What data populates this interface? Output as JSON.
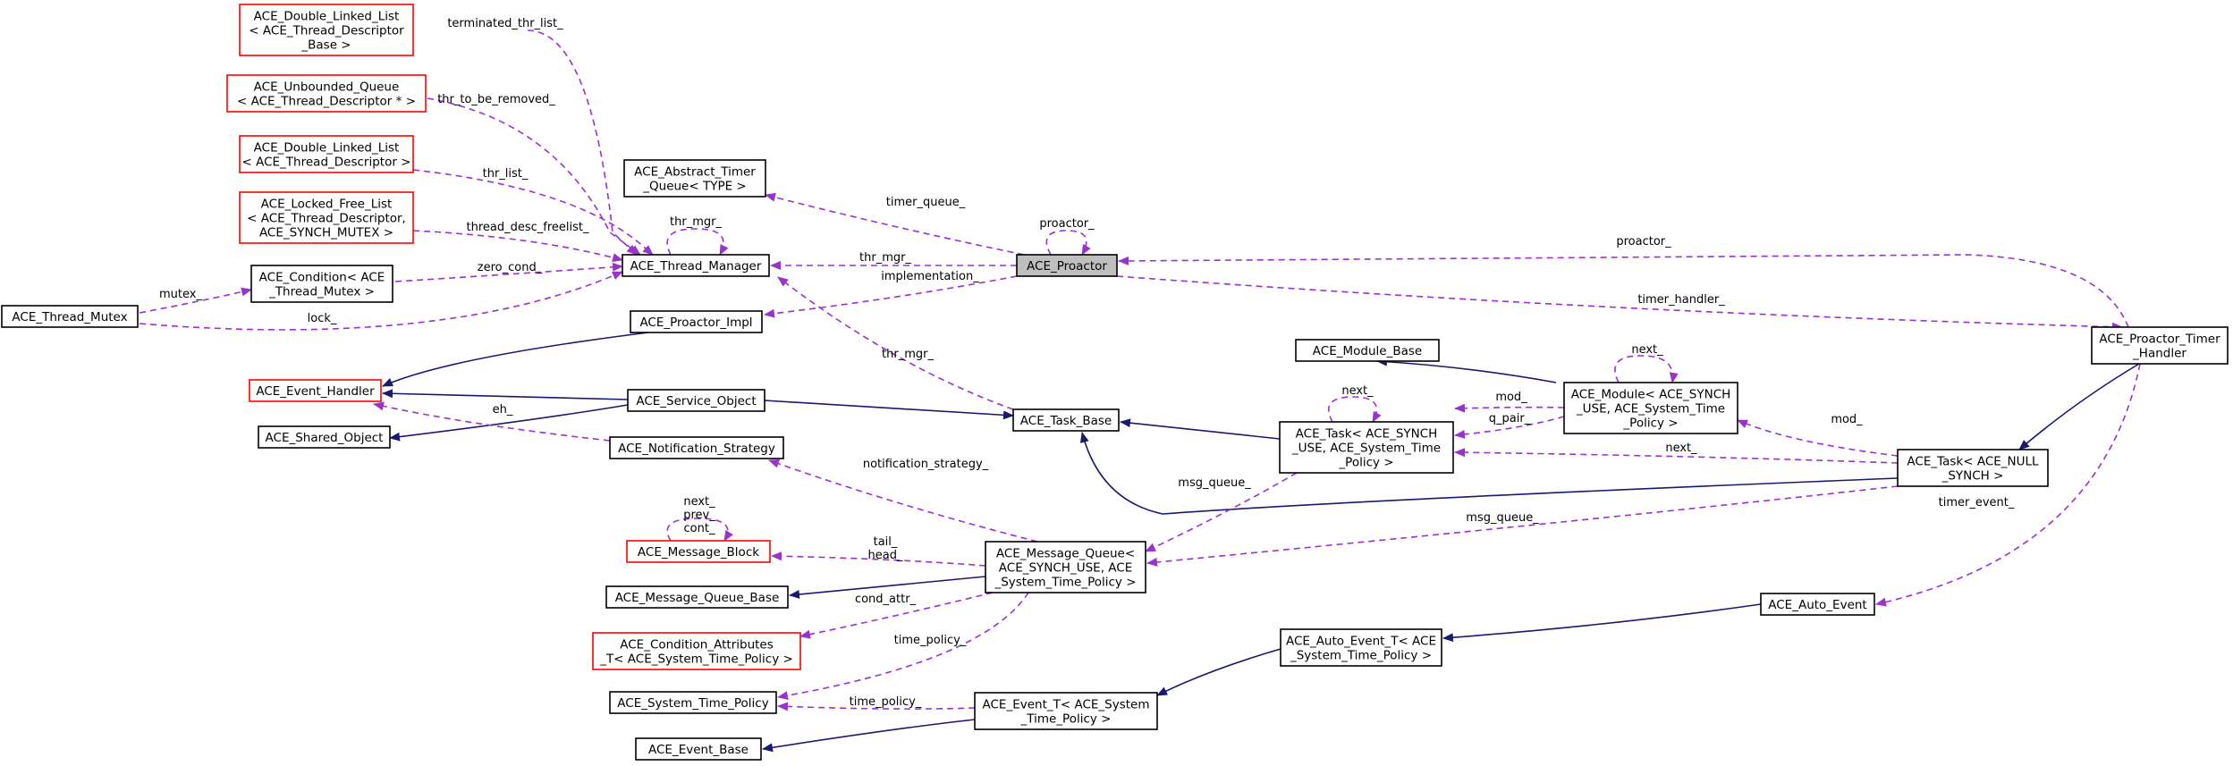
{
  "diagram": {
    "nodes": [
      {
        "id": "dll_base",
        "lines": [
          "ACE_Double_Linked_List",
          "< ACE_Thread_Descriptor",
          "_Base >"
        ],
        "style": "incomplete"
      },
      {
        "id": "unbounded_queue",
        "lines": [
          "ACE_Unbounded_Queue",
          "< ACE_Thread_Descriptor * >"
        ],
        "style": "incomplete"
      },
      {
        "id": "dll_desc",
        "lines": [
          "ACE_Double_Linked_List",
          "< ACE_Thread_Descriptor >"
        ],
        "style": "incomplete"
      },
      {
        "id": "locked_free_list",
        "lines": [
          "ACE_Locked_Free_List",
          "< ACE_Thread_Descriptor,",
          "ACE_SYNCH_MUTEX >"
        ],
        "style": "incomplete"
      },
      {
        "id": "condition",
        "lines": [
          "ACE_Condition< ACE",
          "_Thread_Mutex >"
        ],
        "style": "normal"
      },
      {
        "id": "thread_mutex",
        "lines": [
          "ACE_Thread_Mutex"
        ],
        "style": "normal"
      },
      {
        "id": "abstract_timer_queue",
        "lines": [
          "ACE_Abstract_Timer",
          "_Queue< TYPE >"
        ],
        "style": "normal"
      },
      {
        "id": "thread_manager",
        "lines": [
          "ACE_Thread_Manager"
        ],
        "style": "normal"
      },
      {
        "id": "proactor",
        "lines": [
          "ACE_Proactor"
        ],
        "style": "focus"
      },
      {
        "id": "proactor_impl",
        "lines": [
          "ACE_Proactor_Impl"
        ],
        "style": "normal"
      },
      {
        "id": "event_handler",
        "lines": [
          "ACE_Event_Handler"
        ],
        "style": "incomplete"
      },
      {
        "id": "service_object",
        "lines": [
          "ACE_Service_Object"
        ],
        "style": "normal"
      },
      {
        "id": "shared_object",
        "lines": [
          "ACE_Shared_Object"
        ],
        "style": "normal"
      },
      {
        "id": "notification_strategy",
        "lines": [
          "ACE_Notification_Strategy"
        ],
        "style": "normal"
      },
      {
        "id": "task_base",
        "lines": [
          "ACE_Task_Base"
        ],
        "style": "normal"
      },
      {
        "id": "module_base",
        "lines": [
          "ACE_Module_Base"
        ],
        "style": "normal"
      },
      {
        "id": "module",
        "lines": [
          "ACE_Module< ACE_SYNCH",
          "_USE, ACE_System_Time",
          "_Policy >"
        ],
        "style": "normal"
      },
      {
        "id": "task_synch",
        "lines": [
          "ACE_Task< ACE_SYNCH",
          "_USE, ACE_System_Time",
          "_Policy >"
        ],
        "style": "normal"
      },
      {
        "id": "proactor_timer_handler",
        "lines": [
          "ACE_Proactor_Timer",
          "_Handler"
        ],
        "style": "normal"
      },
      {
        "id": "task_null",
        "lines": [
          "ACE_Task< ACE_NULL",
          "_SYNCH >"
        ],
        "style": "normal"
      },
      {
        "id": "message_block",
        "lines": [
          "ACE_Message_Block"
        ],
        "style": "incomplete"
      },
      {
        "id": "message_queue",
        "lines": [
          "ACE_Message_Queue<",
          "ACE_SYNCH_USE, ACE",
          "_System_Time_Policy >"
        ],
        "style": "normal"
      },
      {
        "id": "message_queue_base",
        "lines": [
          "ACE_Message_Queue_Base"
        ],
        "style": "normal"
      },
      {
        "id": "condition_attributes",
        "lines": [
          "ACE_Condition_Attributes",
          "_T< ACE_System_Time_Policy >"
        ],
        "style": "incomplete"
      },
      {
        "id": "system_time_policy",
        "lines": [
          "ACE_System_Time_Policy"
        ],
        "style": "normal"
      },
      {
        "id": "event_base",
        "lines": [
          "ACE_Event_Base"
        ],
        "style": "normal"
      },
      {
        "id": "event_t",
        "lines": [
          "ACE_Event_T< ACE_System",
          "_Time_Policy >"
        ],
        "style": "normal"
      },
      {
        "id": "auto_event_t",
        "lines": [
          "ACE_Auto_Event_T< ACE",
          "_System_Time_Policy >"
        ],
        "style": "normal"
      },
      {
        "id": "auto_event",
        "lines": [
          "ACE_Auto_Event"
        ],
        "style": "normal"
      }
    ],
    "edges": [
      {
        "from": "dll_base",
        "to": "thread_manager",
        "kind": "use",
        "label": "terminated_thr_list_"
      },
      {
        "from": "unbounded_queue",
        "to": "thread_manager",
        "kind": "use",
        "label": "thr_to_be_removed_"
      },
      {
        "from": "dll_desc",
        "to": "thread_manager",
        "kind": "use",
        "label": "thr_list_"
      },
      {
        "from": "locked_free_list",
        "to": "thread_manager",
        "kind": "use",
        "label": "thread_desc_freelist_"
      },
      {
        "from": "condition",
        "to": "thread_manager",
        "kind": "use",
        "label": "zero_cond_"
      },
      {
        "from": "thread_mutex",
        "to": "thread_manager",
        "kind": "use",
        "label": "lock_"
      },
      {
        "from": "thread_mutex",
        "to": "condition",
        "kind": "use",
        "label": "mutex_"
      },
      {
        "from": "thread_manager",
        "to": "thread_manager",
        "kind": "use",
        "label": "thr_mgr_"
      },
      {
        "from": "abstract_timer_queue",
        "to": "proactor",
        "kind": "use",
        "label": "timer_queue_"
      },
      {
        "from": "thread_manager",
        "to": "proactor",
        "kind": "use",
        "label": "thr_mgr_"
      },
      {
        "from": "proactor",
        "to": "proactor",
        "kind": "use",
        "label": "proactor_"
      },
      {
        "from": "proactor_impl",
        "to": "proactor",
        "kind": "use",
        "label": "implementation_"
      },
      {
        "from": "proactor",
        "to": "proactor_timer_handler",
        "kind": "use",
        "label": "proactor_"
      },
      {
        "from": "proactor_timer_handler",
        "to": "proactor",
        "kind": "use",
        "label": "timer_handler_"
      },
      {
        "from": "thread_manager",
        "to": "task_base",
        "kind": "use",
        "label": "thr_mgr_"
      },
      {
        "from": "event_handler",
        "to": "proactor_impl",
        "kind": "inherit",
        "label": ""
      },
      {
        "from": "event_handler",
        "to": "service_object",
        "kind": "inherit",
        "label": ""
      },
      {
        "from": "shared_object",
        "to": "service_object",
        "kind": "inherit",
        "label": ""
      },
      {
        "from": "event_handler",
        "to": "notification_strategy",
        "kind": "use",
        "label": "eh_"
      },
      {
        "from": "service_object",
        "to": "task_base",
        "kind": "inherit",
        "label": ""
      },
      {
        "from": "task_base",
        "to": "task_synch",
        "kind": "inherit",
        "label": ""
      },
      {
        "from": "task_base",
        "to": "task_null",
        "kind": "inherit",
        "label": ""
      },
      {
        "from": "module_base",
        "to": "module",
        "kind": "inherit",
        "label": ""
      },
      {
        "from": "module",
        "to": "module",
        "kind": "use",
        "label": "next_"
      },
      {
        "from": "task_synch",
        "to": "task_synch",
        "kind": "use",
        "label": "next_"
      },
      {
        "from": "module",
        "to": "task_synch",
        "kind": "use",
        "label": "mod_"
      },
      {
        "from": "task_synch",
        "to": "module",
        "kind": "use",
        "label": "q_pair_"
      },
      {
        "from": "task_null",
        "to": "task_synch",
        "kind": "use",
        "label": "next_"
      },
      {
        "from": "task_null",
        "to": "module",
        "kind": "use",
        "label": "mod_"
      },
      {
        "from": "task_null",
        "to": "proactor_timer_handler",
        "kind": "inherit",
        "label": ""
      },
      {
        "from": "message_queue",
        "to": "task_synch",
        "kind": "use",
        "label": "msg_queue_"
      },
      {
        "from": "message_queue",
        "to": "task_null",
        "kind": "use",
        "label": "msg_queue_"
      },
      {
        "from": "notification_strategy",
        "to": "message_queue",
        "kind": "use",
        "label": "notification_strategy_"
      },
      {
        "from": "message_block",
        "to": "message_block",
        "kind": "use",
        "label": "next_\nprev_\ncont_"
      },
      {
        "from": "message_block",
        "to": "message_queue",
        "kind": "use",
        "label": "tail_\nhead_"
      },
      {
        "from": "message_queue_base",
        "to": "message_queue",
        "kind": "inherit",
        "label": ""
      },
      {
        "from": "condition_attributes",
        "to": "message_queue",
        "kind": "use",
        "label": "cond_attr_"
      },
      {
        "from": "system_time_policy",
        "to": "message_queue",
        "kind": "use",
        "label": "time_policy_"
      },
      {
        "from": "system_time_policy",
        "to": "event_t",
        "kind": "use",
        "label": "time_policy_"
      },
      {
        "from": "event_base",
        "to": "event_t",
        "kind": "inherit",
        "label": ""
      },
      {
        "from": "event_t",
        "to": "auto_event_t",
        "kind": "inherit",
        "label": ""
      },
      {
        "from": "auto_event_t",
        "to": "auto_event",
        "kind": "inherit",
        "label": ""
      },
      {
        "from": "auto_event",
        "to": "proactor_timer_handler",
        "kind": "use",
        "label": "timer_event_"
      }
    ]
  },
  "colors": {
    "inherit_edge": "#191970",
    "use_edge": "#9a32cd",
    "incomplete_border": "#ff0000",
    "normal_border": "#000000",
    "focus_fill": "#bfbfbf"
  }
}
